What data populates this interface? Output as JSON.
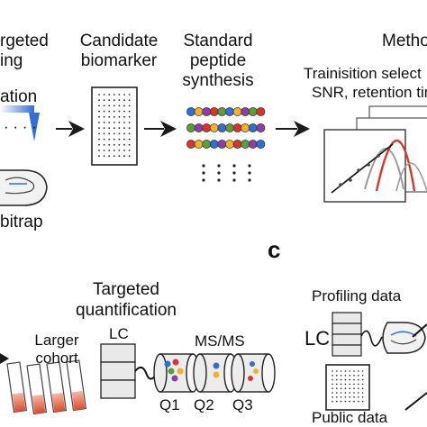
{
  "top_row": {
    "targeted_label_line1": "rgeted",
    "targeted_label_line2": "ing",
    "ation_label": "ation",
    "dots_label": "· · · ·",
    "orbitrap_label": "bitrap",
    "candidate_line1": "Candidate",
    "candidate_line2": "biomarker",
    "standard_line1": "Standard",
    "standard_line2": "peptide",
    "standard_line3": "synthesis",
    "method_label": "Metho",
    "transition_line1": "Trainisition select",
    "transition_line2": "SNR, retention tim"
  },
  "panel_c": {
    "letter": "c",
    "profiling_label": "Profiling data",
    "lc_label": "LC",
    "public_label": "Public data"
  },
  "bottom_row": {
    "targeted_line1": "Targeted",
    "targeted_line2": "quantification",
    "larger_line1": "Larger",
    "larger_line2": "cohort",
    "lc_label": "LC",
    "msms_label": "MS/MS",
    "q1": "Q1",
    "q2": "Q2",
    "q3": "Q3"
  },
  "colors": {
    "ink": "#111111",
    "arrow": "#1a1a1a",
    "blue": "#2f6fd6",
    "tube_fill": "#e8553a",
    "peak_red": "#d9362b"
  }
}
